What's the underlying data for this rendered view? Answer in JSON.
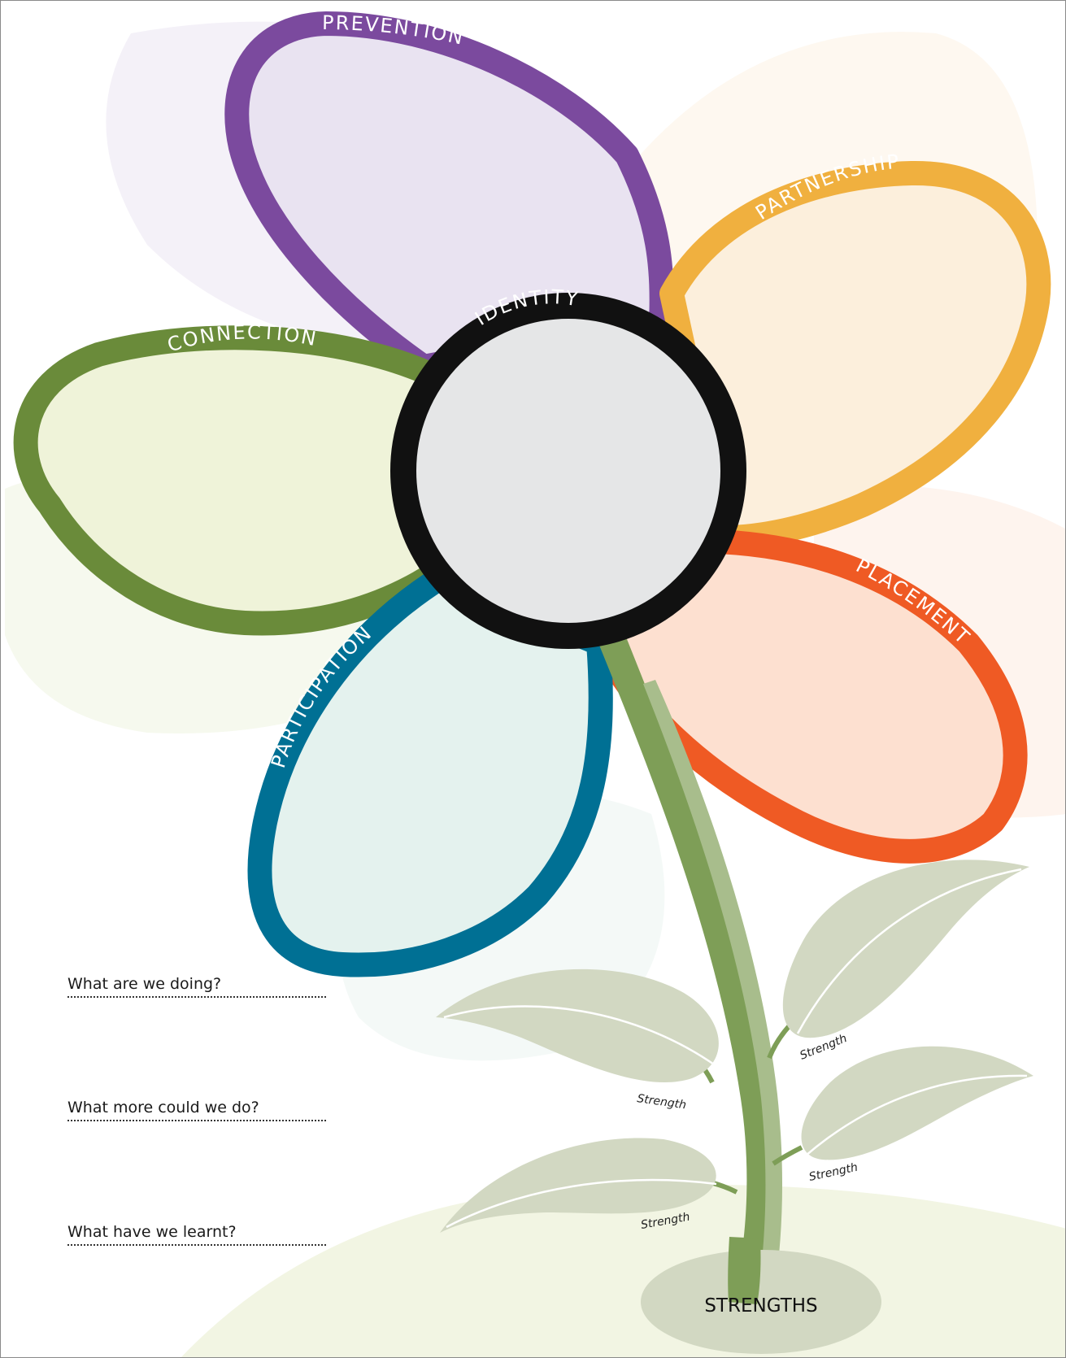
{
  "petals": {
    "prevention": "PREVENTION",
    "partnership": "PARTNERSHIP",
    "connection": "CONNECTION",
    "identity": "IDENTITY",
    "placement": "PLACEMENT",
    "participation": "PARTICIPATION"
  },
  "colors": {
    "prevention": "#7B4A9E",
    "partnership": "#F0B03F",
    "connection": "#6A8B3A",
    "identity": "#111111",
    "placement": "#EF5A24",
    "participation": "#007094",
    "stem": "#7E9E57",
    "leaf": "#D2D8C2"
  },
  "leaves": {
    "leaf_1": "Strength",
    "leaf_2": "Strength",
    "leaf_3": "Strength",
    "leaf_4": "Strength"
  },
  "base": {
    "label": "STRENGTHS"
  },
  "questions": [
    {
      "text": "What are we doing?"
    },
    {
      "text": "What more could we do?"
    },
    {
      "text": "What have we learnt?"
    }
  ]
}
